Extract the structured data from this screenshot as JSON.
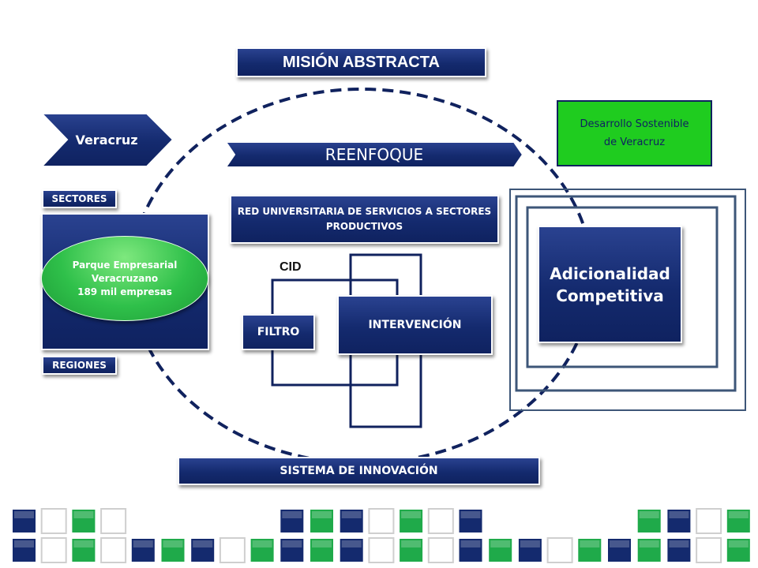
{
  "mision": "MISIÓN ABSTRACTA",
  "veracruz": "Veracruz",
  "reenfoque": "REENFOQUE",
  "desarrollo": {
    "line1": "Desarrollo Sostenible",
    "line2": "de Veracruz"
  },
  "sectores": "SECTORES",
  "regiones": "REGIONES",
  "parque": {
    "line1": "Parque Empresarial",
    "line2": "Veracruzano",
    "line3": "189 mil empresas"
  },
  "red": {
    "line1": "RED UNIVERSITARIA DE SERVICIOS A SECTORES",
    "line2": "PRODUCTIVOS"
  },
  "cid": "CID",
  "filtro": "FILTRO",
  "intervencion": "INTERVENCIÓN",
  "adicionalidad": {
    "line1": "Adicionalidad",
    "line2": "Competitiva"
  },
  "sistema": "SISTEMA DE INNOVACIÓN",
  "colors": {
    "navy": "#142a6e",
    "green": "#1fcc1f",
    "frame": "#3d5678",
    "white_tile": "#ffffff",
    "green_tile": "#1faa4a",
    "navy_tile": "#142a6e"
  },
  "footer_rows": [
    [
      "navy",
      "white",
      "green",
      "white",
      null,
      null,
      null,
      null,
      null,
      "navy",
      "green",
      "navy",
      "white",
      "green",
      "white",
      "navy",
      null,
      null,
      null,
      null,
      null,
      "green",
      "navy",
      "white",
      "green"
    ],
    [
      "navy",
      "white",
      "green",
      "white",
      "navy",
      "green",
      "navy",
      "white",
      "green",
      "navy",
      "green",
      "navy",
      "white",
      "green",
      "white",
      "navy",
      "green",
      "navy",
      "white",
      "green",
      "navy",
      "green",
      "navy",
      "white",
      "green"
    ]
  ]
}
